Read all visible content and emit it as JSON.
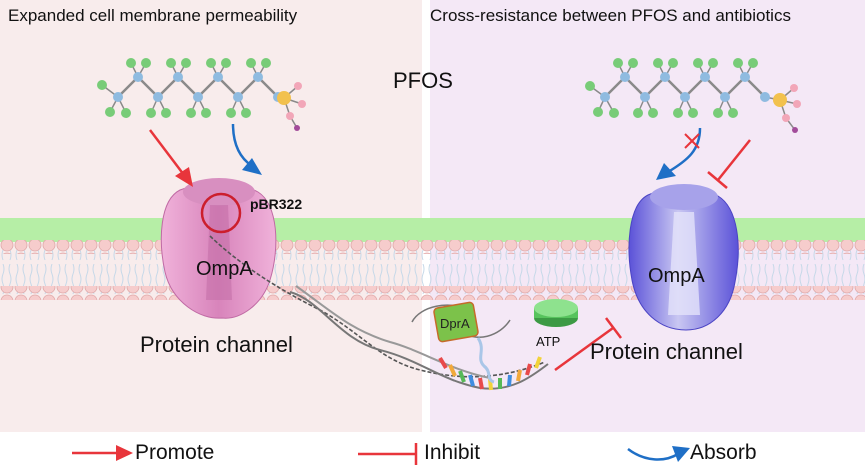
{
  "panels": {
    "left_title": "Expanded cell membrane permeability",
    "right_title": "Cross-resistance between PFOS and antibiotics"
  },
  "labels": {
    "pfos": "PFOS",
    "plasmid": "pBR322",
    "ompa_left": "OmpA",
    "ompa_right": "OmpA",
    "channel_left": "Protein channel",
    "channel_right": "Protein channel",
    "dpra": "DprA",
    "atp": "ATP"
  },
  "legend": {
    "promote": "Promote",
    "inhibit": "Inhibit",
    "absorb": "Absorb"
  },
  "colors": {
    "left_background": "#f8ecec",
    "right_background": "#f4e8f6",
    "membrane_green": "#b6eea6",
    "lipid_head": "#f6cccc",
    "promote_arrow": "#e8353b",
    "absorb_arrow": "#1f6fc6",
    "ompa_left": "#e9a6d2",
    "ompa_right": "#7d74e0",
    "carbon": "#8fbbe0",
    "fluorine": "#78cc78",
    "sulfur": "#f2c14e",
    "oxygen": "#f2a6b8"
  }
}
